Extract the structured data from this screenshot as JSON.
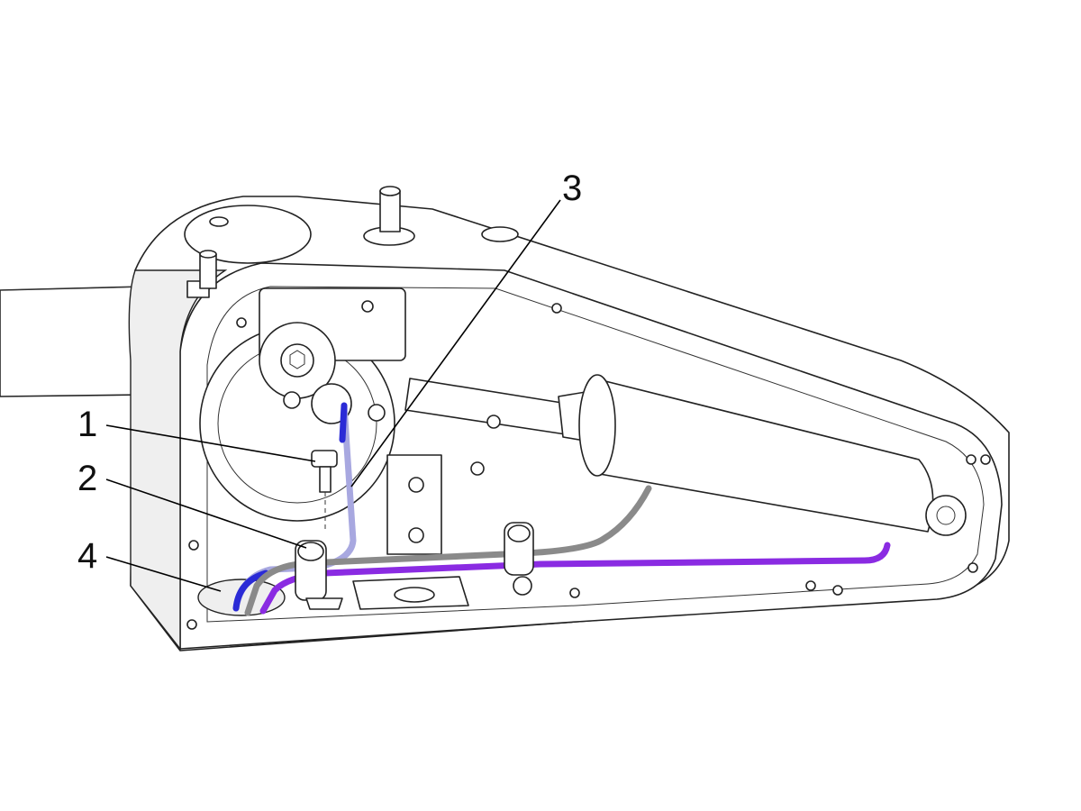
{
  "callouts": [
    {
      "id": "1",
      "label": "1"
    },
    {
      "id": "2",
      "label": "2"
    },
    {
      "id": "3",
      "label": "3"
    },
    {
      "id": "4",
      "label": "4"
    }
  ],
  "colors": {
    "outline": "#222222",
    "cable_blue": "#2b2bd6",
    "cable_lavender": "#a8a8e0",
    "cable_gray": "#8a8a8a",
    "cable_purple": "#8a2be2"
  }
}
